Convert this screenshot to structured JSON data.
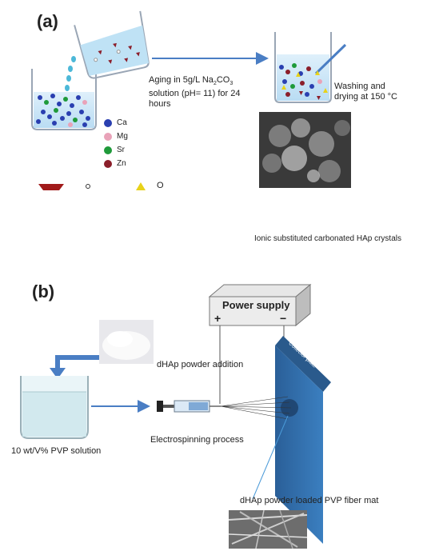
{
  "panel_a": {
    "label": "(a)",
    "aging_text": [
      "Aging in 5g/L Na",
      "2",
      "CO",
      "3",
      " solution (pH= 11) for 24 hours"
    ],
    "washing_text": "Washing and drying at 150 °C",
    "legend": [
      {
        "symbol": "Ca",
        "color": "#2a3fb0"
      },
      {
        "symbol": "Mg",
        "color": "#e9a3b9"
      },
      {
        "symbol": "Sr",
        "color": "#1f9a3a"
      },
      {
        "symbol": "Zn",
        "color": "#8b1e2a"
      }
    ],
    "anion_symbols": [
      "O",
      "O"
    ],
    "crystal_caption": "Ionic substituted carbonated HAp crystals"
  },
  "panel_b": {
    "label": "(b)",
    "power_supply": "Power supply",
    "plus": "+",
    "minus": "−",
    "collector": "Collector plate",
    "powder_addition": "dHAp powder addition",
    "pvp_solution": "10 wt/V% PVP solution",
    "process": "Electrospinning process",
    "fiber_mat": "dHAp powder loaded PVP fiber mat"
  },
  "colors": {
    "ca": "#2a3fb0",
    "mg": "#e9a3b9",
    "sr": "#1f9a3a",
    "zn": "#8b1e2a",
    "arrow": "#4a7ec4",
    "plate": "#2e6aa8"
  }
}
